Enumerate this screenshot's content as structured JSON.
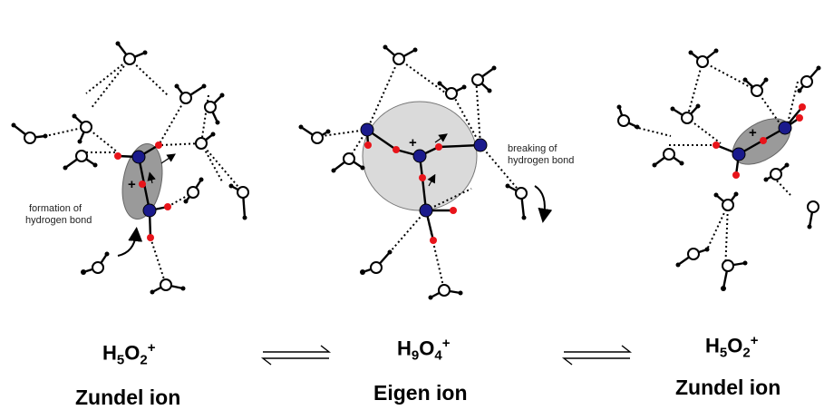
{
  "panels": [
    {
      "formula": {
        "base1": "H",
        "sub1": "5",
        "base2": "O",
        "sub2": "2",
        "charge": "+"
      },
      "name": "Zundel ion",
      "note_lines": [
        "formation of",
        "hydrogen bond"
      ]
    },
    {
      "formula": {
        "base1": "H",
        "sub1": "9",
        "base2": "O",
        "sub2": "4",
        "charge": "+"
      },
      "name": "Eigen ion",
      "note_lines": [
        "breaking of",
        "hydrogen bond"
      ]
    },
    {
      "formula": {
        "base1": "H",
        "sub1": "5",
        "base2": "O",
        "sub2": "2",
        "charge": "+"
      },
      "name": "Zundel ion",
      "note_lines": []
    }
  ],
  "core_mark": "+",
  "colors": {
    "core_oxygen": "#1a1a8c",
    "shared_hydrogen": "#e8141a",
    "ion_region": "#9a9a9a",
    "eigen_region": "#dadada"
  }
}
